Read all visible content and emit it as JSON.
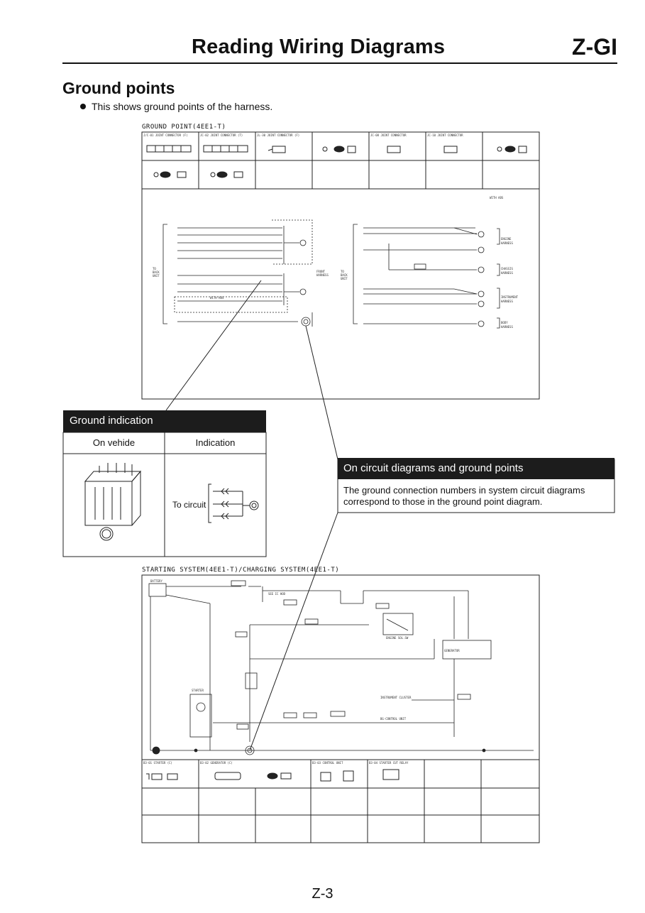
{
  "header": {
    "title": "Reading Wiring Diagrams",
    "section": "Z-GI"
  },
  "ground_points": {
    "heading": "Ground points",
    "bullet": "This shows ground points of the harness.",
    "diagram1_label": "GROUND POINT(4EE1-T)"
  },
  "ground_indication": {
    "title": "Ground indication",
    "col_vehicle": "On vehide",
    "col_indication": "Indication",
    "to_circuit": "To circuit"
  },
  "circuit_callout": {
    "title": "On circuit diagrams and ground points",
    "text": "The ground connection numbers in system circuit diagrams correspond to those in the ground point diagram."
  },
  "diagram2_label": "STARTING SYSTEM(4EE1-T)/CHARGING SYSTEM(4EE1-T)",
  "footer": {
    "page": "Z-3"
  },
  "icons": [
    "ground-symbol-icon",
    "battery-icon",
    "connector-icon",
    "arrow-icon"
  ]
}
